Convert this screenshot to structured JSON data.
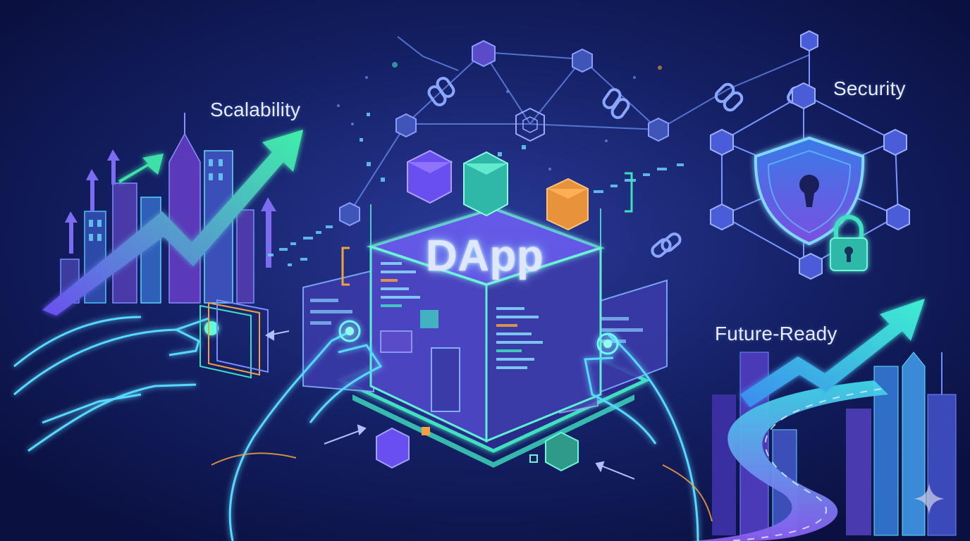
{
  "labels": {
    "center": "DApp",
    "scalability": "Scalability",
    "security": "Security",
    "future_ready": "Future-Ready"
  },
  "colors": {
    "background": "#0c1448",
    "accent_teal": "#35e6c8",
    "accent_purple": "#7b5cf0",
    "accent_orange": "#f2a142",
    "accent_blue": "#3aa0ff"
  },
  "icons": [
    "hand-icon",
    "shield-icon",
    "keyhole-icon",
    "padlock-icon",
    "chain-link-icon",
    "cube-icon",
    "trend-arrow-icon",
    "city-skyline-icon",
    "road-icon",
    "sparkle-icon"
  ]
}
